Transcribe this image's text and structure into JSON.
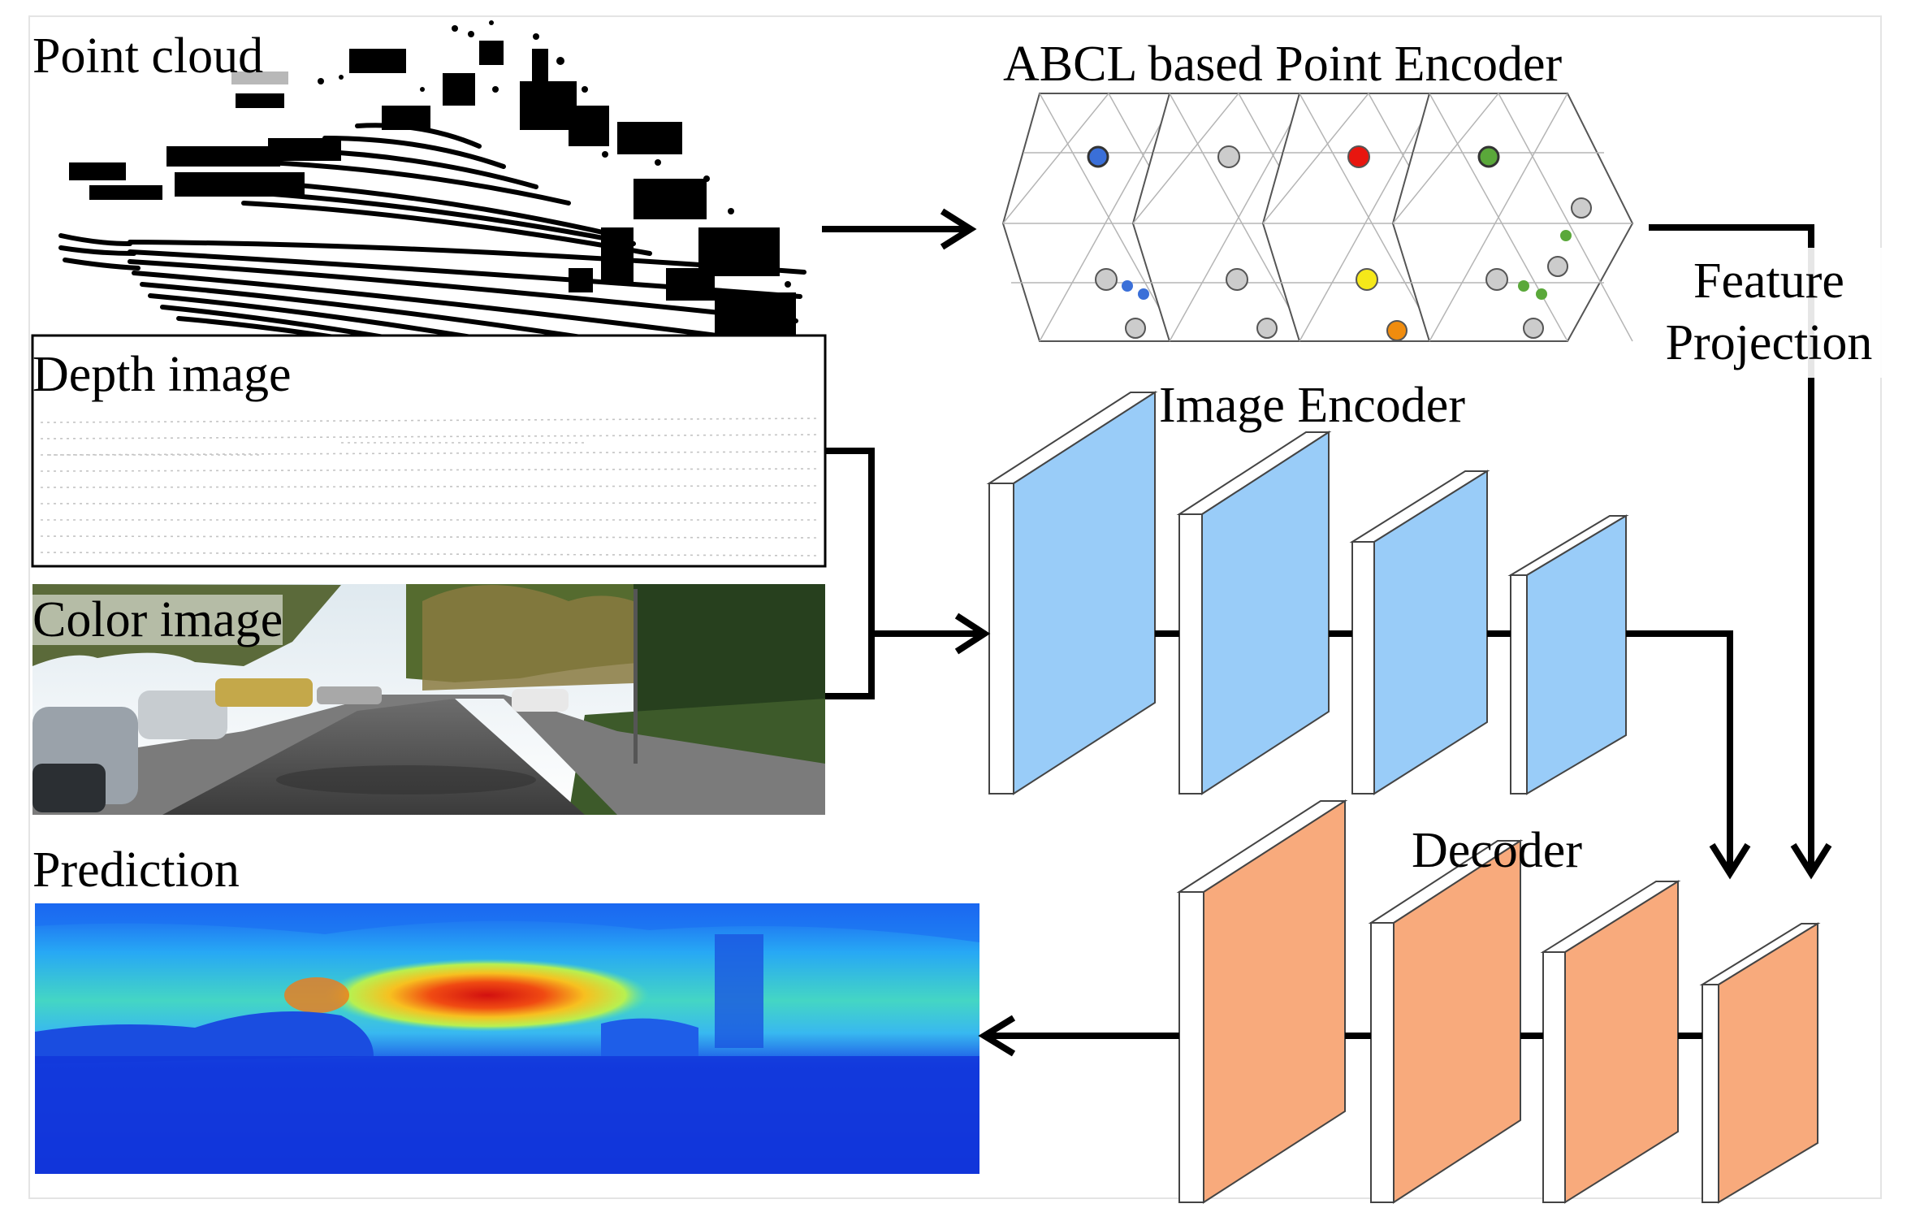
{
  "labels": {
    "point_cloud": "Point cloud",
    "depth_image": "Depth image",
    "color_image": "Color image",
    "prediction": "Prediction",
    "point_encoder": "ABCL based Point Encoder",
    "image_encoder": "Image Encoder",
    "decoder": "Decoder",
    "feature_projection_line1": "Feature",
    "feature_projection_line2": "Projection"
  },
  "colors": {
    "encoder_block": "#99ccf8",
    "decoder_block": "#f8aa7c",
    "arrow": "#000000",
    "lattice_node": "#cccccc",
    "point_colors": [
      "#3a6fd8",
      "#e8160f",
      "#f5e81a",
      "#f08c0e",
      "#5aa83a"
    ]
  }
}
